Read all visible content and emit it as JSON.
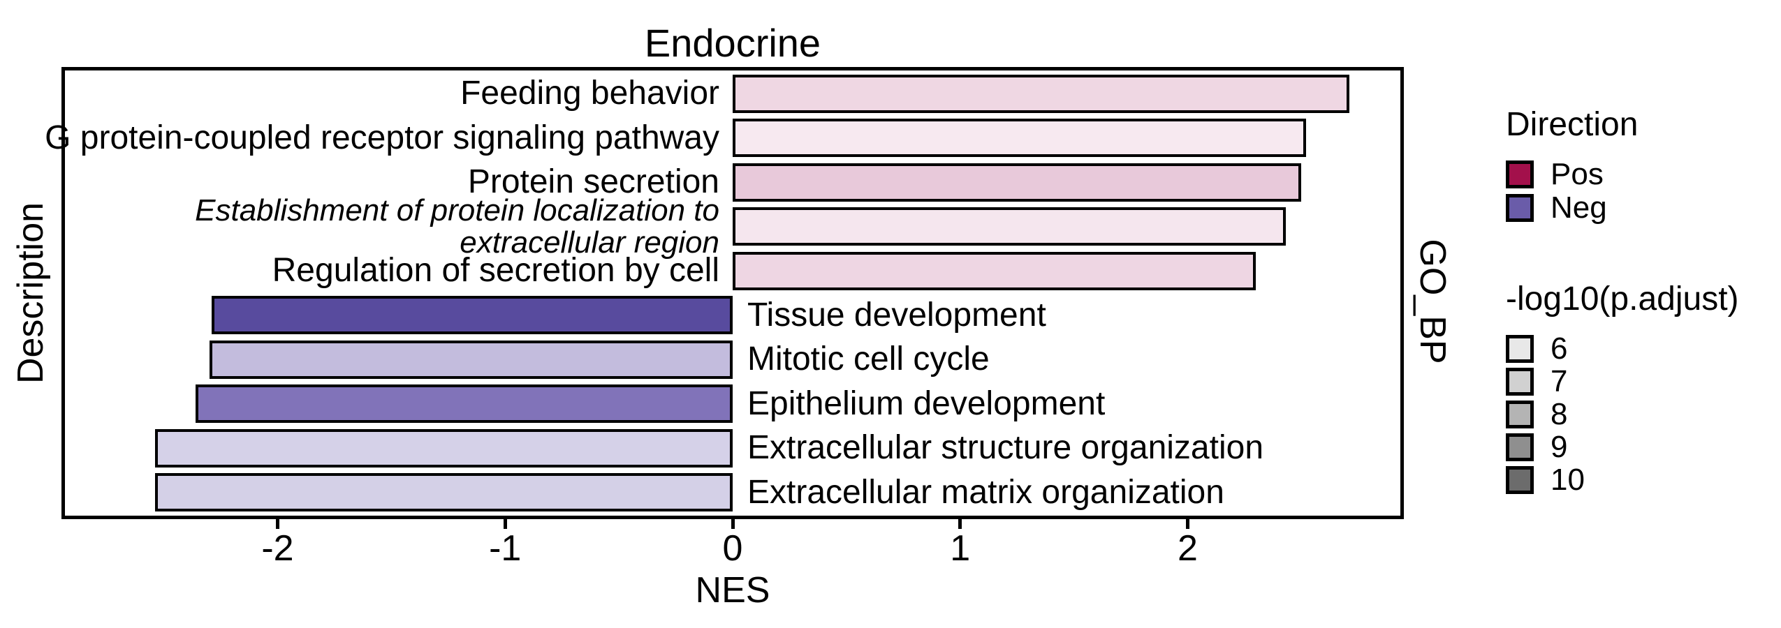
{
  "title": "Endocrine",
  "chart_data": {
    "type": "bar",
    "orientation": "horizontal",
    "title": "Endocrine",
    "xlabel": "NES",
    "ylabel": "Description",
    "facet_label": "GO_BP",
    "xlim": [
      -2.95,
      2.95
    ],
    "x_ticks": [
      -2,
      -1,
      0,
      1,
      2
    ],
    "grid": false,
    "legend_position": "right",
    "bars": [
      {
        "label": "Feeding behavior",
        "nes": 2.71,
        "direction": "Pos",
        "fill": "#efd7e3",
        "italic": false
      },
      {
        "label": "G protein-coupled receptor signaling pathway",
        "nes": 2.52,
        "direction": "Pos",
        "fill": "#f7e9f0",
        "italic": false
      },
      {
        "label": "Protein secretion",
        "nes": 2.5,
        "direction": "Pos",
        "fill": "#e8c9da",
        "italic": false
      },
      {
        "label": "Establishment of protein localization to\nextracellular region",
        "nes": 2.43,
        "direction": "Pos",
        "fill": "#f5e6ee",
        "italic": true
      },
      {
        "label": "Regulation of secretion by cell",
        "nes": 2.3,
        "direction": "Pos",
        "fill": "#eed6e3",
        "italic": false
      },
      {
        "label": "Tissue development",
        "nes": -2.29,
        "direction": "Neg",
        "fill": "#584b9e",
        "italic": false
      },
      {
        "label": "Mitotic cell cycle",
        "nes": -2.3,
        "direction": "Neg",
        "fill": "#c3bcdd",
        "italic": false
      },
      {
        "label": "Epithelium development",
        "nes": -2.36,
        "direction": "Neg",
        "fill": "#8173b9",
        "italic": false
      },
      {
        "label": "Extracellular structure organization",
        "nes": -2.54,
        "direction": "Neg",
        "fill": "#d5d1e8",
        "italic": false
      },
      {
        "label": "Extracellular matrix organization",
        "nes": -2.54,
        "direction": "Neg",
        "fill": "#d4d0e7",
        "italic": false
      }
    ]
  },
  "legends": {
    "direction": {
      "title": "Direction",
      "items": [
        {
          "label": "Pos",
          "color": "#a3104b"
        },
        {
          "label": "Neg",
          "color": "#6a5ca9"
        }
      ]
    },
    "pvalue": {
      "title": "-log10(p.adjust)",
      "items": [
        {
          "label": "6",
          "color": "#e8e8e8"
        },
        {
          "label": "7",
          "color": "#d1d1d1"
        },
        {
          "label": "8",
          "color": "#b4b4b4"
        },
        {
          "label": "9",
          "color": "#8f8f8f"
        },
        {
          "label": "10",
          "color": "#6c6c6c"
        }
      ]
    }
  },
  "colors": {
    "pos": "#a3104b",
    "neg": "#6a5ca9",
    "stroke": "#000000",
    "background": "#ffffff"
  }
}
